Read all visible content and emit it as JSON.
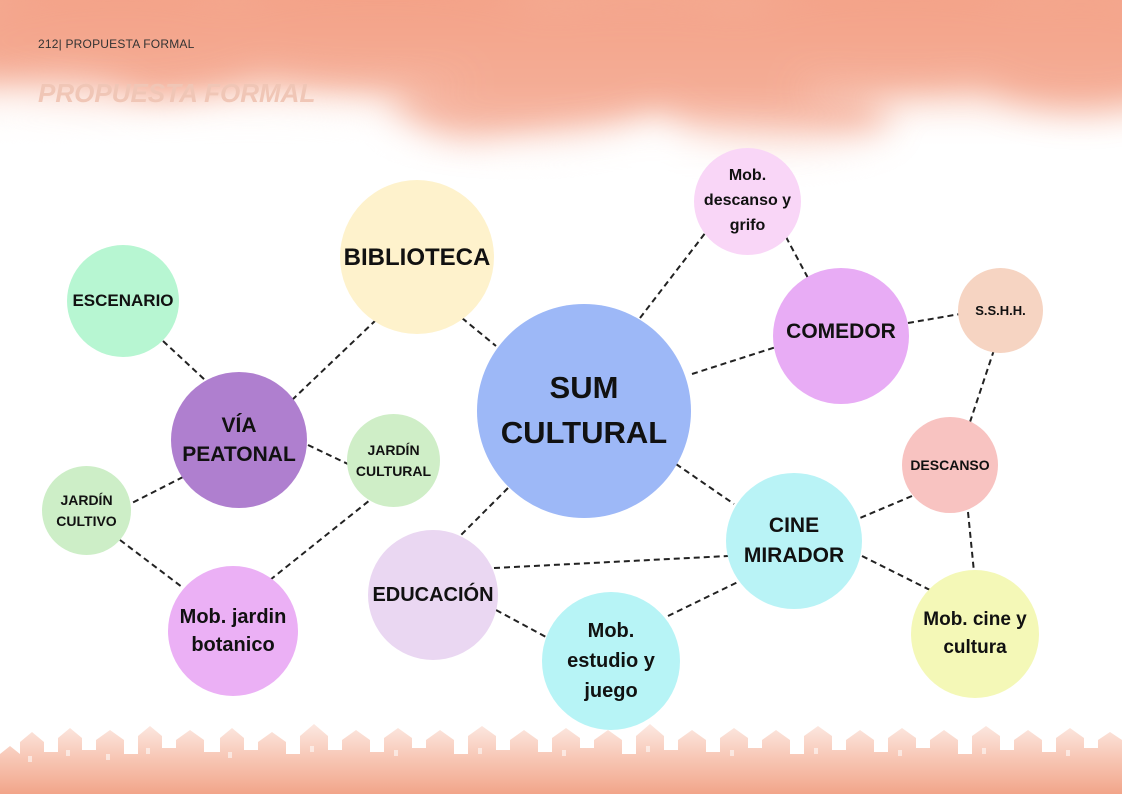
{
  "header": {
    "page_label": "212| PROPUESTA FORMAL",
    "title": "PROPUESTA FORMAL"
  },
  "diagram": {
    "nodes": {
      "sum_cultural": {
        "label": "SUM CULTURAL",
        "color": "#9db8f7"
      },
      "biblioteca": {
        "label": "BIBLIOTECA",
        "color": "#fef2cc"
      },
      "escenario": {
        "label": "ESCENARIO",
        "color": "#b7f6d2"
      },
      "via_peatonal": {
        "label": "VÍA PEATONAL",
        "color": "#af7fcf"
      },
      "jardin_cultural": {
        "label": "JARDÍN CULTURAL",
        "color": "#cfeec7"
      },
      "jardin_cultivo": {
        "label": "JARDÍN CULTIVO",
        "color": "#cdeec7"
      },
      "mob_jardin_botanico": {
        "label": "Mob. jardin botanico",
        "color": "#ebb0f5"
      },
      "educacion": {
        "label": "EDUCACIÓN",
        "color": "#ead7f2"
      },
      "mob_estudio_juego": {
        "label": "Mob. estudio y juego",
        "color": "#b7f4f6"
      },
      "cine_mirador": {
        "label": "CINE MIRADOR",
        "color": "#b9f3f6"
      },
      "mob_cine_cultura": {
        "label": "Mob. cine y cultura",
        "color": "#f4f8b7"
      },
      "descanso": {
        "label": "DESCANSO",
        "color": "#f8c3c1"
      },
      "sshh": {
        "label": "S.S.H.H.",
        "color": "#f6d4c2"
      },
      "comedor": {
        "label": "COMEDOR",
        "color": "#e8acf5"
      },
      "mob_descanso_grifo": {
        "label": "Mob. descanso y grifo",
        "color": "#f9d6f7"
      }
    }
  },
  "theme": {
    "cloud_color": "#f4a58a",
    "skyline_color": "#f3a78b",
    "edge_color": "#222222"
  }
}
